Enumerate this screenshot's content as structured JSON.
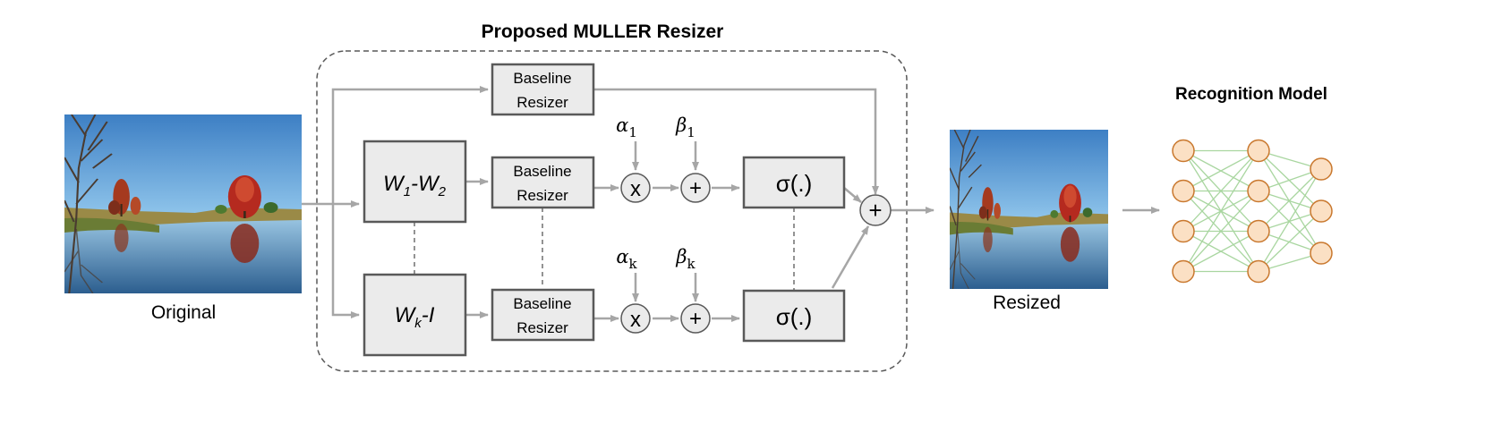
{
  "title": "Proposed MULLER Resizer",
  "original_label": "Original",
  "resized_label": "Resized",
  "model_title": "Recognition Model",
  "baseline_top": {
    "line1": "Baseline",
    "line2": "Resizer"
  },
  "baseline_mid": {
    "line1": "Baseline",
    "line2": "Resizer"
  },
  "baseline_bot": {
    "line1": "Baseline",
    "line2": "Resizer"
  },
  "filter_top": {
    "w": "W",
    "s1": "1",
    "dash": "-W",
    "s2": "2"
  },
  "filter_bot": {
    "w": "W",
    "s1": "k",
    "dash": "-I"
  },
  "alpha_top": {
    "sym": "α",
    "sub": "1"
  },
  "beta_top": {
    "sym": "β",
    "sub": "1"
  },
  "alpha_bot": {
    "sym": "α",
    "sub": "k"
  },
  "beta_bot": {
    "sym": "β",
    "sub": "k"
  },
  "multiply_symbol": "x",
  "add_symbol": "+",
  "sigma_label": "σ(.)",
  "colors": {
    "box_fill": "#ebebeb",
    "box_stroke": "#595959",
    "arrow": "#a6a6a6",
    "node_fill": "#fbe0c4",
    "node_stroke": "#c9782e",
    "edge": "#a9d6a0",
    "dashed_border": "#595959"
  },
  "network_layers": [
    4,
    4,
    3
  ]
}
